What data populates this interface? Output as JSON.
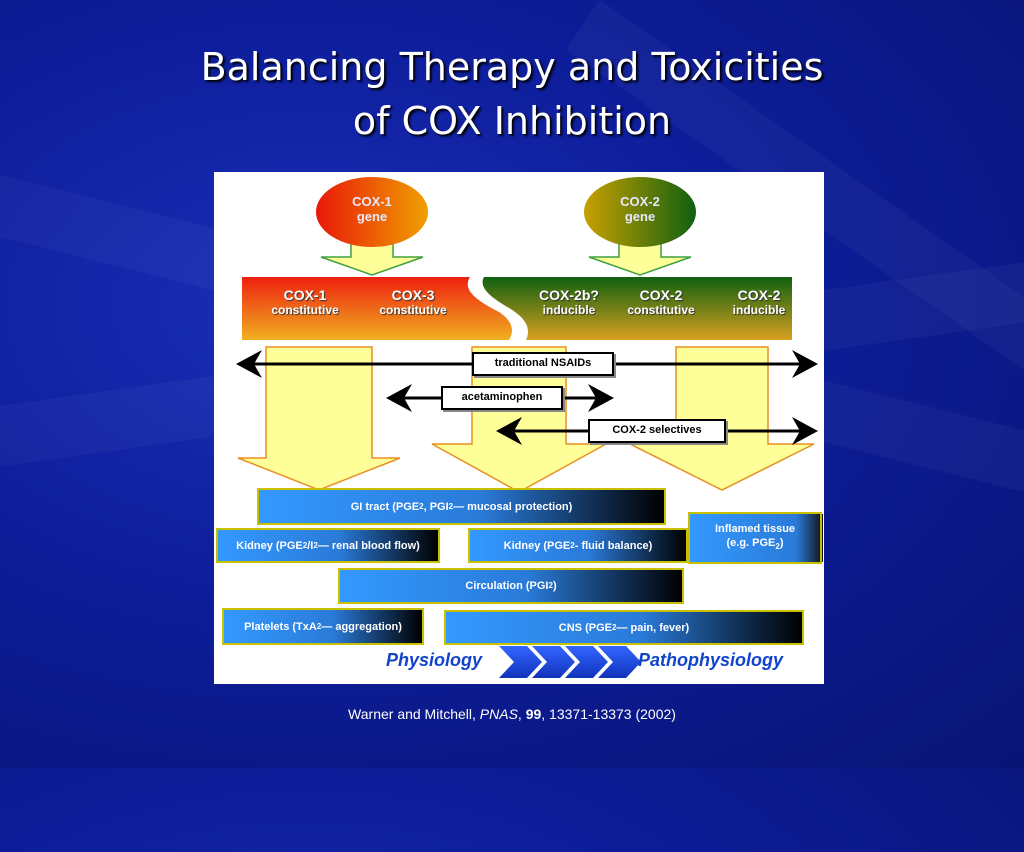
{
  "title": {
    "line1": "Balancing Therapy and Toxicities",
    "line2": "of COX Inhibition"
  },
  "genes": {
    "cox1": {
      "line1": "COX-1",
      "line2": "gene"
    },
    "cox2": {
      "line1": "COX-2",
      "line2": "gene"
    }
  },
  "isoforms": [
    {
      "name": "COX-1",
      "type": "constitutive"
    },
    {
      "name": "COX-3",
      "type": "constitutive"
    },
    {
      "name": "COX-2b?",
      "type": "inducible"
    },
    {
      "name": "COX-2",
      "type": "constitutive"
    },
    {
      "name": "COX-2",
      "type": "inducible"
    }
  ],
  "drugs": {
    "nsaids": "traditional NSAIDs",
    "acetaminophen": "acetaminophen",
    "cox2_selectives": "COX-2 selectives"
  },
  "sites": {
    "gi_a": "GI tract (PGE",
    "gi_b": ", PGI",
    "gi_c": " — mucosal protection)",
    "kidney1_a": "Kidney (PGE",
    "kidney1_b": "/I",
    "kidney1_c": " — renal blood flow)",
    "kidney2_a": "Kidney (PGE",
    "kidney2_b": " - fluid balance)",
    "inflamed_1": "Inflamed tissue",
    "inflamed_2a": "(e.g. PGE",
    "inflamed_2b": ")",
    "circ_a": "Circulation (PGI",
    "circ_b": ")",
    "plat_a": "Platelets (TxA",
    "plat_b": " — aggregation)",
    "cns_a": "CNS (PGE",
    "cns_b": " — pain, fever)",
    "sub2": "2"
  },
  "axis": {
    "left": "Physiology",
    "right": "Pathophysiology"
  },
  "citation": {
    "authors": "Warner and Mitchell, ",
    "journal": "PNAS",
    "sep": ", ",
    "volume": "99",
    "rest": ", 13371-13373 (2002)"
  },
  "colors": {
    "background": "#0d1d9a",
    "cox1_red": "#e82010",
    "cox2_green": "#1a6a10",
    "arrow_yellow": "#ffff99",
    "site_blue": "#3399ff",
    "physiology_blue": "#1144cc"
  }
}
